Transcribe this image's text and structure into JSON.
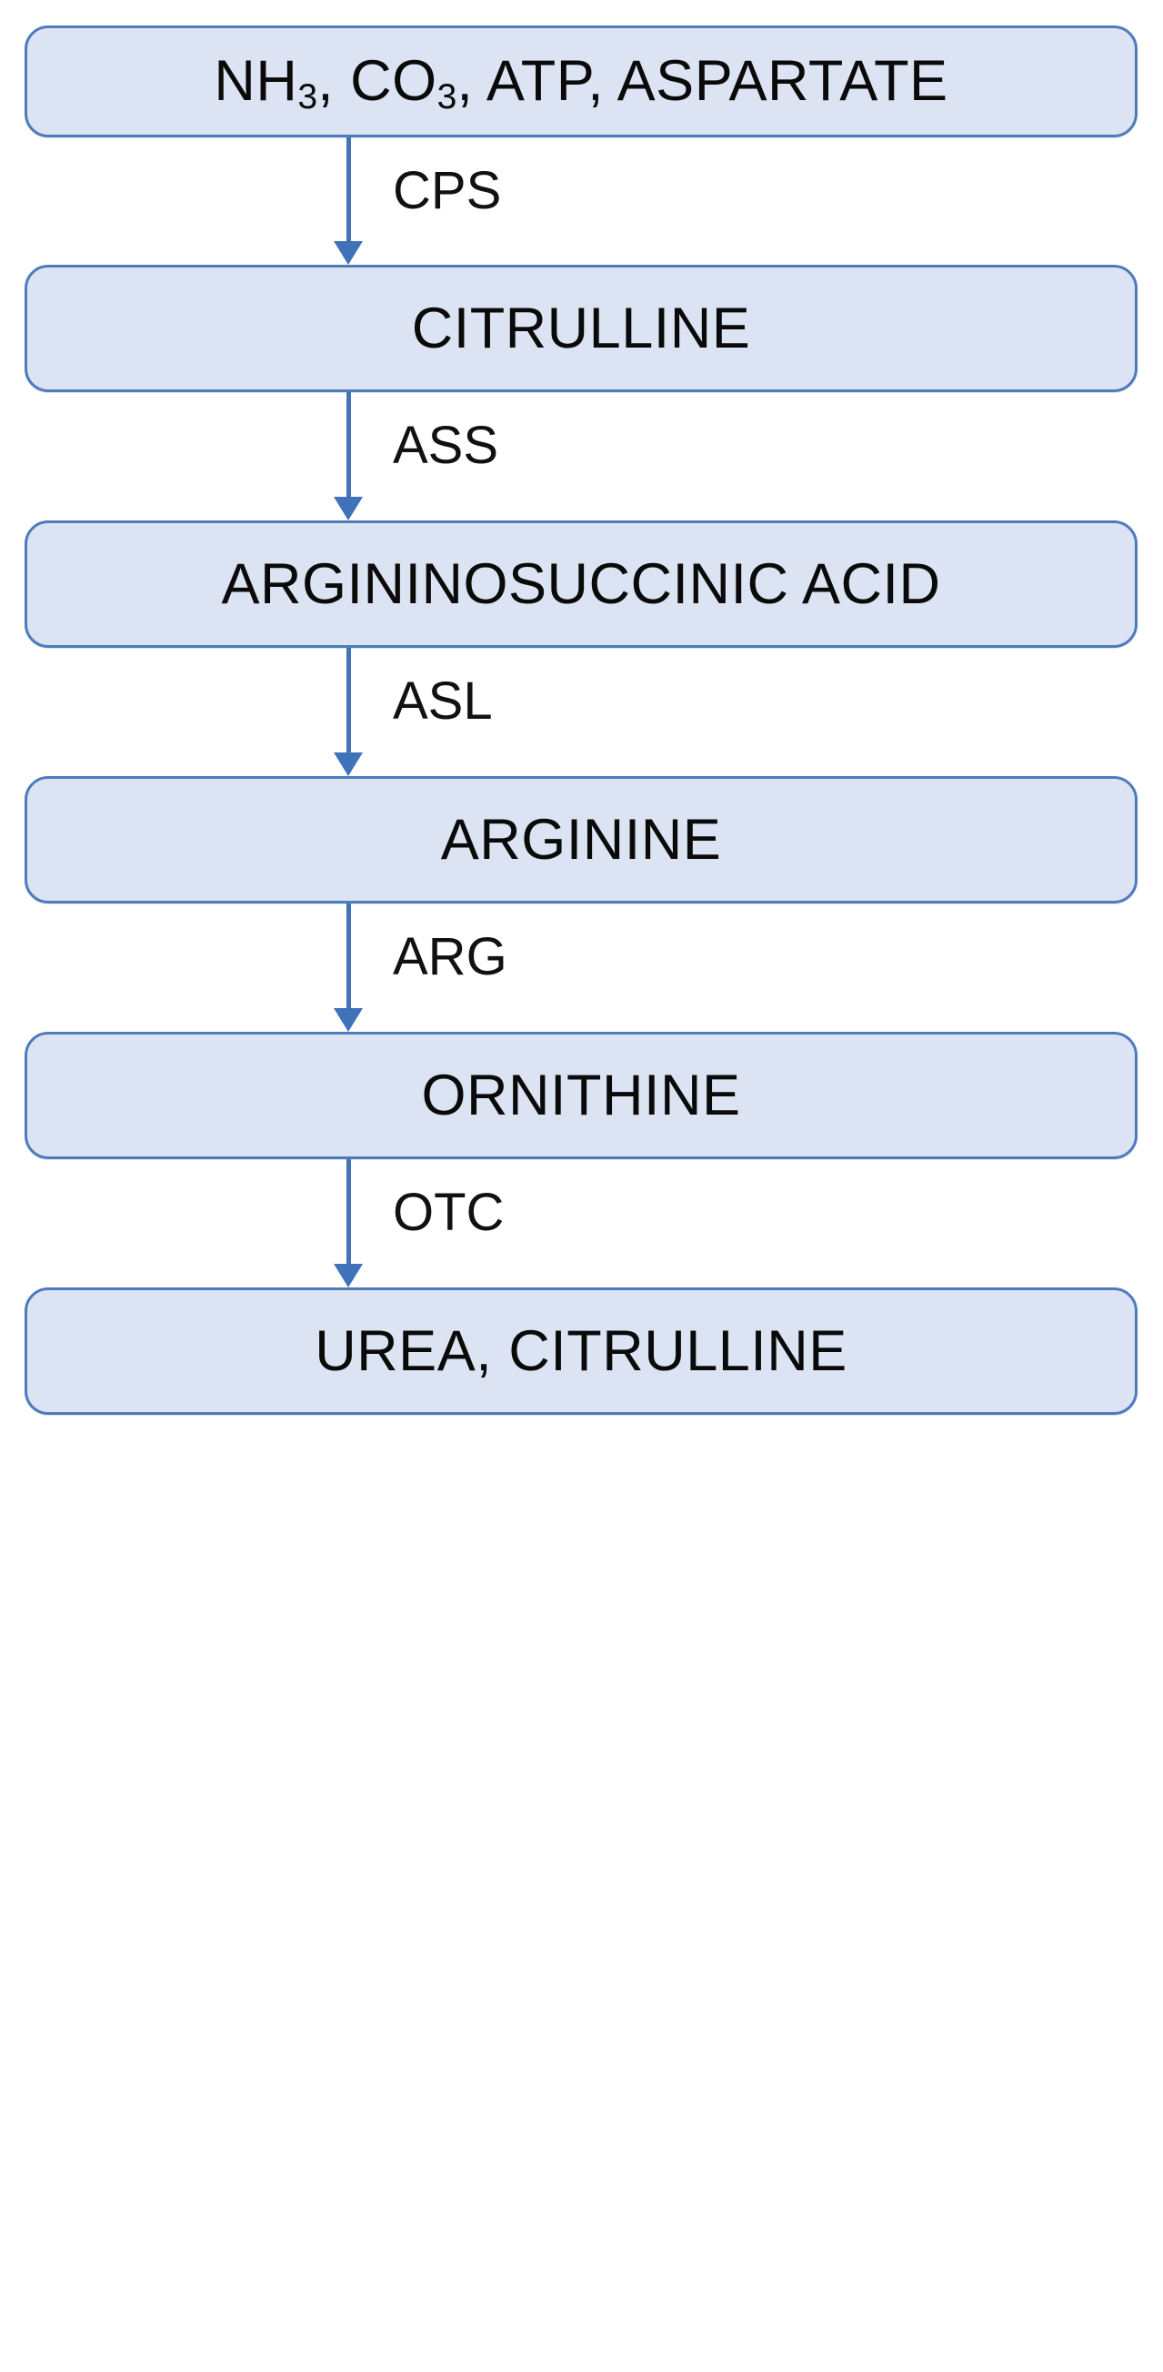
{
  "diagram": {
    "title": "Urea cycle pathway flowchart",
    "type": "vertical-flowchart",
    "colors": {
      "node_fill": "#dce3f2",
      "node_border": "#4e7bba",
      "arrow": "#4374b8",
      "text": "#0a0a0a",
      "background": "#ffffff"
    },
    "nodes": [
      {
        "id": "substrates",
        "label_html": "NH<sub>3</sub>, CO<sub>3</sub>, ATP, ASPARTATE",
        "label_text": "NH3, CO3, ATP, ASPARTATE"
      },
      {
        "id": "citrulline",
        "label_html": "CITRULLINE",
        "label_text": "CITRULLINE"
      },
      {
        "id": "argininosuccinic-acid",
        "label_html": "ARGININOSUCCINIC ACID",
        "label_text": "ARGININOSUCCINIC ACID"
      },
      {
        "id": "arginine",
        "label_html": "ARGININE",
        "label_text": "ARGININE"
      },
      {
        "id": "ornithine",
        "label_html": "ORNITHINE",
        "label_text": "ORNITHINE"
      },
      {
        "id": "urea-citrulline",
        "label_html": "UREA, CITRULLINE",
        "label_text": "UREA, CITRULLINE"
      }
    ],
    "connectors": [
      {
        "id": "cps",
        "label": "CPS",
        "from": "substrates",
        "to": "citrulline",
        "direction": "down"
      },
      {
        "id": "ass",
        "label": "ASS",
        "from": "citrulline",
        "to": "argininosuccinic-acid",
        "direction": "down"
      },
      {
        "id": "asl",
        "label": "ASL",
        "from": "argininosuccinic-acid",
        "to": "arginine",
        "direction": "down"
      },
      {
        "id": "arg",
        "label": "ARG",
        "from": "arginine",
        "to": "ornithine",
        "direction": "down"
      },
      {
        "id": "otc",
        "label": "OTC",
        "from": "ornithine",
        "to": "urea-citrulline",
        "direction": "down"
      }
    ]
  }
}
